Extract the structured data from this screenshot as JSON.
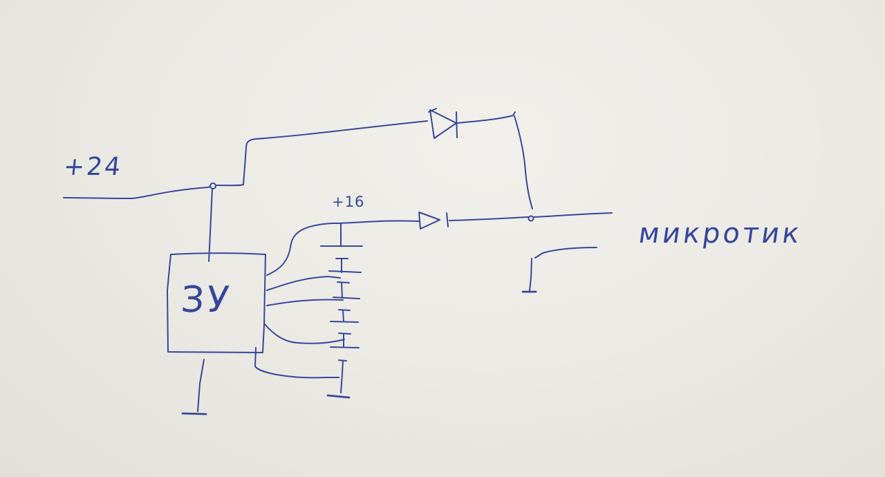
{
  "sketch": {
    "ink_color": "#34469b",
    "paper_color": "#ecebe6",
    "labels": {
      "supply": "+24",
      "battery_tap": "+16",
      "charger": "ЗУ",
      "load": "микротик"
    },
    "components": {
      "charger_box": "charger-box",
      "upper_diode": "diode",
      "lower_diode": "diode",
      "battery_stack": "battery-cells",
      "grounds": "ground-symbol"
    }
  }
}
